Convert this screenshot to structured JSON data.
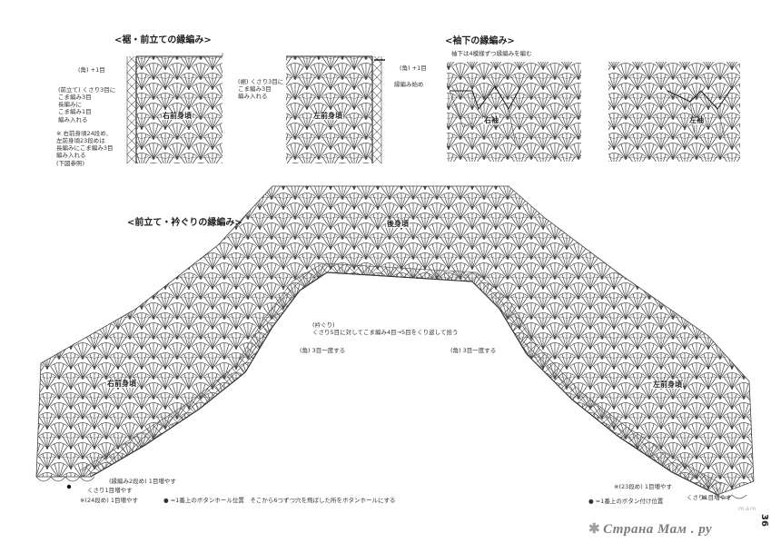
{
  "titles": {
    "hem_border": "<裾・前立ての縁編み>",
    "sleeve_border": "<袖下の縁編み>",
    "collar_border": "<前立て・衿ぐりの縁編み>"
  },
  "hem_panel": {
    "corner_note": "(角) +1目",
    "front_note": "(前立て) くさり3目に\nこま編み3目\n長編みに\nこま編み1目\n編み入れる",
    "asterisk_note": "※ 右前身頃24段め、\n左前身頃23段めは\n長編みにこま編み3目\n編み入れる\n(下図参照)",
    "right_label": "右前身頃",
    "left_label": "左前身頃",
    "left_front_note": "(裾) くさり3目に\nこま編み3目\n編み入れる",
    "left_corner_note": "(角) +1目",
    "start_note": "縁編み始め"
  },
  "sleeve_panel": {
    "instruction": "袖下は4模様ずつ縁編みを編む",
    "right_sleeve": "右袖",
    "left_sleeve": "左袖"
  },
  "collar_panel": {
    "back_label": "後身頃",
    "right_front": "右前身頃",
    "left_front": "左前身頃",
    "neck_note": "(衿ぐり)\nくさり5目に対してこま編み4目→5目をくり返して拾う",
    "corner_left": "(角) 3目一度する",
    "corner_right": "(角) 3目一度する",
    "border_note": "(縁編み2段め) 1目増やす",
    "increase_note": "くさり1目増やす",
    "row24_note": "※(24段め) 1目増やす",
    "button_pos": "● =1番上のボタンホール位置　そこから6つずつ穴を飛ばした所をボタンホールにする",
    "button_sew": "● =1番上のボタン付け位置",
    "row23_note": "※(23段め) 1目増やす",
    "right_bottom_inc": "くさり1目増やす"
  },
  "page_number": "36",
  "watermark": "Страна Мам . ру",
  "watermark_small": "ｍａｍ"
}
